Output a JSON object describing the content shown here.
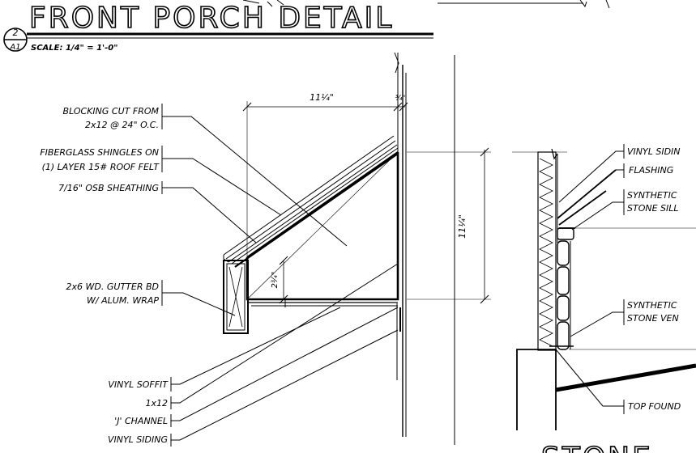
{
  "title": {
    "text": "FRONT PORCH DETAIL",
    "detail_number": "2",
    "sheet": "A1",
    "scale": "SCALE: 1/4\" = 1'-0\""
  },
  "left_labels": [
    {
      "line1": "BLOCKING CUT FROM",
      "line2": "2x12 @ 24\" O.C."
    },
    {
      "line1": "FIBERGLASS SHINGLES ON",
      "line2": "(1) LAYER 15# ROOF FELT"
    },
    {
      "line1": "7/16\" OSB SHEATHING",
      "line2": ""
    },
    {
      "line1": "2x6 WD. GUTTER BD",
      "line2": "W/ ALUM. WRAP"
    }
  ],
  "bottom_labels": [
    "VINYL SOFFIT",
    "1x12",
    "'J' CHANNEL",
    "VINYL SIDING"
  ],
  "dimensions": {
    "top_width": "11¼\"",
    "top_small": "¾\"",
    "height": "11¼\"",
    "gutter": "2¾\""
  },
  "right_labels": [
    {
      "line1": "VINYL SIDIN",
      "line2": ""
    },
    {
      "line1": "FLASHING",
      "line2": ""
    },
    {
      "line1": "SYNTHETIC",
      "line2": "STONE SILL"
    },
    {
      "line1": "SYNTHETIC",
      "line2": "STONE VEN"
    },
    {
      "line1": "TOP FOUND",
      "line2": ""
    }
  ],
  "partial_bottom_title": "STONE"
}
